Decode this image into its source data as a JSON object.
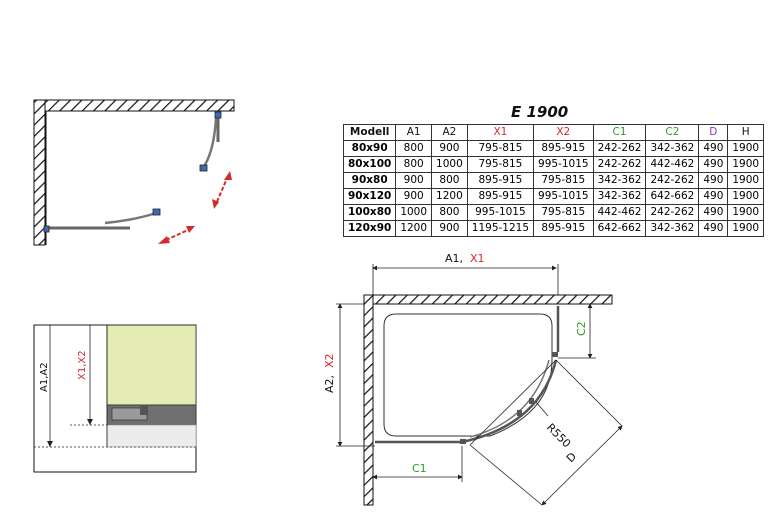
{
  "title": "E 1900",
  "table": {
    "headers": [
      {
        "text": "Modell",
        "color": "#111111"
      },
      {
        "text": "A1",
        "color": "#111111"
      },
      {
        "text": "A2",
        "color": "#111111"
      },
      {
        "text": "X1",
        "color": "#d42a2a"
      },
      {
        "text": "X2",
        "color": "#d42a2a"
      },
      {
        "text": "C1",
        "color": "#2e9a2e"
      },
      {
        "text": "C2",
        "color": "#2e9a2e"
      },
      {
        "text": "D",
        "color": "#8a3ab9"
      },
      {
        "text": "H",
        "color": "#111111"
      }
    ],
    "rows": [
      [
        "80x90",
        "800",
        "900",
        "795-815",
        "895-915",
        "242-262",
        "342-362",
        "490",
        "1900"
      ],
      [
        "80x100",
        "800",
        "1000",
        "795-815",
        "995-1015",
        "242-262",
        "442-462",
        "490",
        "1900"
      ],
      [
        "90x80",
        "900",
        "800",
        "895-915",
        "795-815",
        "342-362",
        "242-262",
        "490",
        "1900"
      ],
      [
        "90x120",
        "900",
        "1200",
        "895-915",
        "995-1015",
        "342-362",
        "642-662",
        "490",
        "1900"
      ],
      [
        "100x80",
        "1000",
        "800",
        "995-1015",
        "795-815",
        "442-462",
        "242-262",
        "490",
        "1900"
      ],
      [
        "120x90",
        "1200",
        "900",
        "1195-1215",
        "895-915",
        "642-662",
        "342-362",
        "490",
        "1900"
      ]
    ]
  },
  "plan": {
    "label_a1": "A1,",
    "label_x1": "X1",
    "label_a2": "A2,",
    "label_x2": "X2",
    "label_c1": "C1",
    "label_c2": "C2",
    "label_r": "R550",
    "label_d": "D"
  },
  "side": {
    "label_a": "A1,A2",
    "label_x": "X1,X2"
  },
  "colors": {
    "red": "#d42a2a",
    "green": "#2e9a2e",
    "purple": "#8a3ab9",
    "tray": "#e4ecb4",
    "steel": "#3c6bb3"
  }
}
